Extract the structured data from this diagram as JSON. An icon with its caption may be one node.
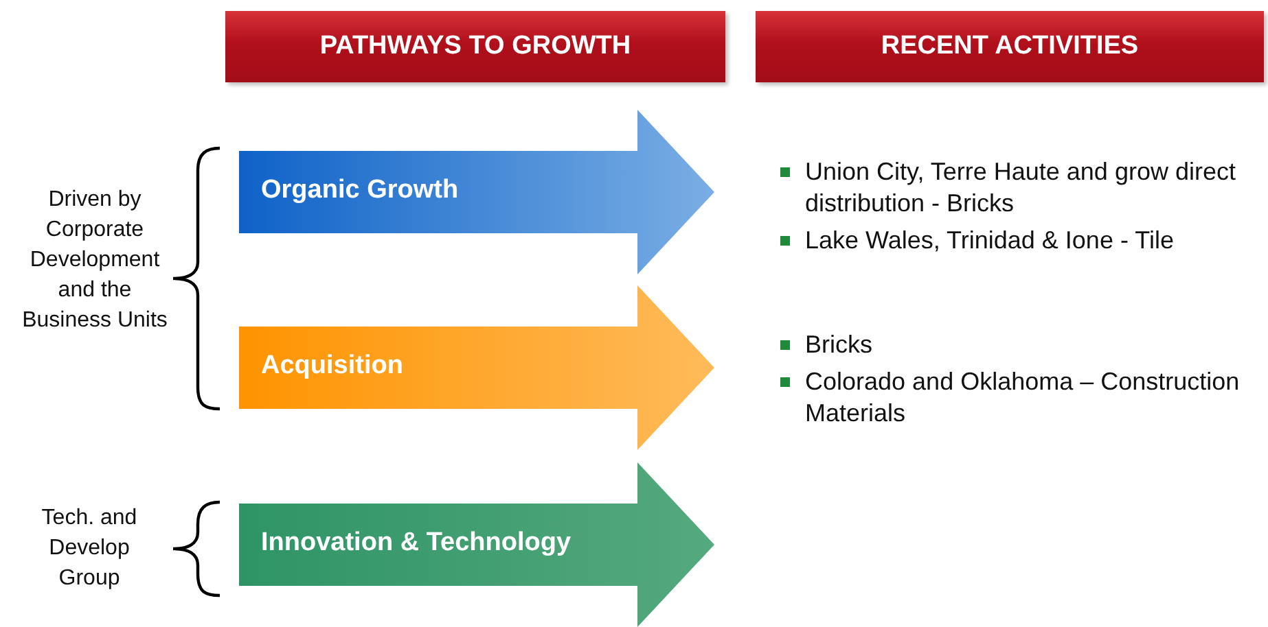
{
  "diagram": {
    "nodes": [
      {
        "text": [
          "PATHWAYS TO GROWTH"
        ]
      },
      {
        "text": [
          "RECENT ACTIVITIES"
        ]
      },
      {
        "text": [
          "Organic Growth"
        ],
        "beside": [
          "Union City, Terre Haute and grow direct distribution - Bricks",
          "Lake Wales, Trinidad & Ione - Tile"
        ]
      },
      {
        "text": [
          "Acquisition"
        ],
        "beside": [
          "Bricks",
          "Colorado and Oklahoma – Construction Materials"
        ]
      },
      {
        "text": [
          "Innovation & Technology"
        ]
      }
    ],
    "labels": [
      "Driven by Corporate Development and the Business Units",
      "Tech. and Develop Group"
    ]
  }
}
